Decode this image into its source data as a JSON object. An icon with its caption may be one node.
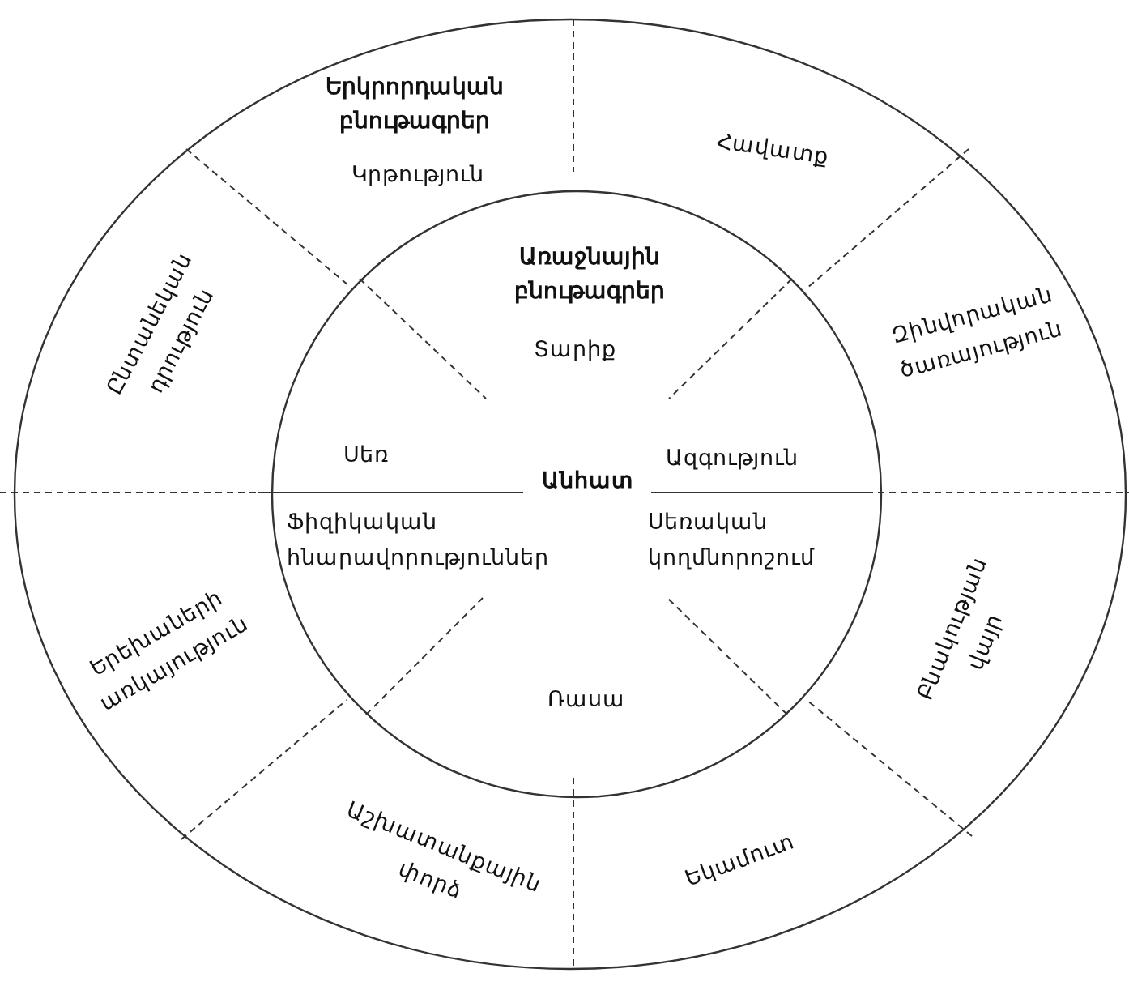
{
  "diagram": {
    "nodes": [
      {
        "text": [
          "Երկրորդական բնութագրեր"
        ]
      },
      {
        "text": [
          "Առաջնային բնութագրեր"
        ],
        "in": 0
      }
    ],
    "labels": [
      "Կրթություն",
      "Հավատք",
      "Ընտանեկան դրություն",
      "Զինվորական ծառայություն",
      "Տարիք",
      "Սեռ",
      "Անհատ",
      "Ազգություն",
      "Ֆիզիկական հնարավորություններ",
      "Սեռական կողմնորոշում",
      "Երեխաների առկայություն",
      "Բնակության վայր",
      "Ռասա",
      "Աշխատանքային փորձ",
      "Եկամուտ"
    ]
  }
}
